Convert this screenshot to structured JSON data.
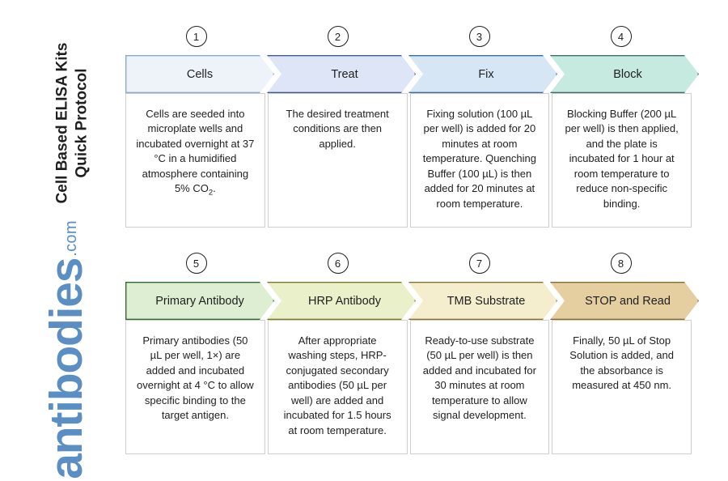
{
  "branding": {
    "protocol_title": "Cell Based ELISA Kits Quick Protocol",
    "protocol_title_line1": "Cell Based ELISA Kits",
    "protocol_title_line2": "Quick Protocol",
    "logo_word": "antibodies",
    "logo_tld": ".com",
    "logo_color": "#5b8fc4"
  },
  "rows": [
    {
      "row_id": "row-1",
      "steps": [
        {
          "number": "1",
          "label": "Cells",
          "fill": "#eef3fa",
          "border": "#8ba9cd",
          "description": "Cells are seeded into microplate wells and incubated overnight at 37 °C in a humidified atmosphere containing 5% CO₂."
        },
        {
          "number": "2",
          "label": "Treat",
          "fill": "#dde5f6",
          "border": "#3f5c8c",
          "description": "The desired treatment conditions are then applied."
        },
        {
          "number": "3",
          "label": "Fix",
          "fill": "#d6e6f5",
          "border": "#3d6e96",
          "description": "Fixing solution (100 µL per well) is added for 20 minutes at room temperature. Quenching Buffer (100 µL) is then added for 20 minutes at room temperature."
        },
        {
          "number": "4",
          "label": "Block",
          "fill": "#c6e9e0",
          "border": "#3f6d6a",
          "description": "Blocking Buffer (200 µL per well) is then applied, and the plate is incubated for 1 hour at room temperature to reduce non-specific binding."
        }
      ]
    },
    {
      "row_id": "row-2",
      "steps": [
        {
          "number": "5",
          "label": "Primary Antibody",
          "fill": "#ddeed2",
          "border": "#2f6b2f",
          "description": "Primary antibodies (50 µL per well, 1×) are added and incubated overnight at 4 °C to allow specific binding to the target antigen."
        },
        {
          "number": "6",
          "label": "HRP Antibody",
          "fill": "#eaf0c9",
          "border": "#7d7a26",
          "description": "After appropriate washing steps, HRP-conjugated secondary antibodies (50 µL per well) are added and incubated for 1.5 hours at room temperature."
        },
        {
          "number": "7",
          "label": "TMB Substrate",
          "fill": "#f4eece",
          "border": "#8a7233",
          "description": "Ready-to-use substrate (50 µL per well) is then added and incubated for 30 minutes at room temperature to allow signal development."
        },
        {
          "number": "8",
          "label": "STOP and Read",
          "fill": "#e5cfa0",
          "border": "#8a6b30",
          "description": "Finally, 50 µL of Stop Solution is added, and the absorbance is measured at 450 nm."
        }
      ]
    }
  ]
}
